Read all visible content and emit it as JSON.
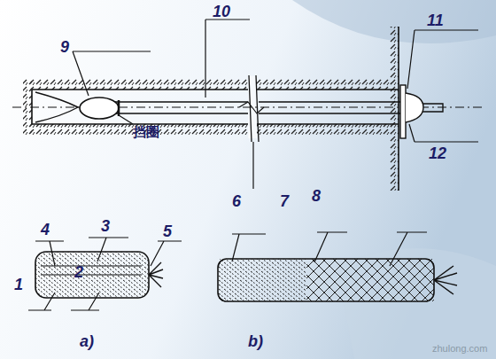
{
  "diagram": {
    "labels": [
      "9",
      "10",
      "11",
      "12",
      "挡圈",
      "6",
      "7",
      "8",
      "4",
      "3",
      "5",
      "1",
      "2",
      "a)",
      "b)",
      "zhulong.com"
    ]
  }
}
